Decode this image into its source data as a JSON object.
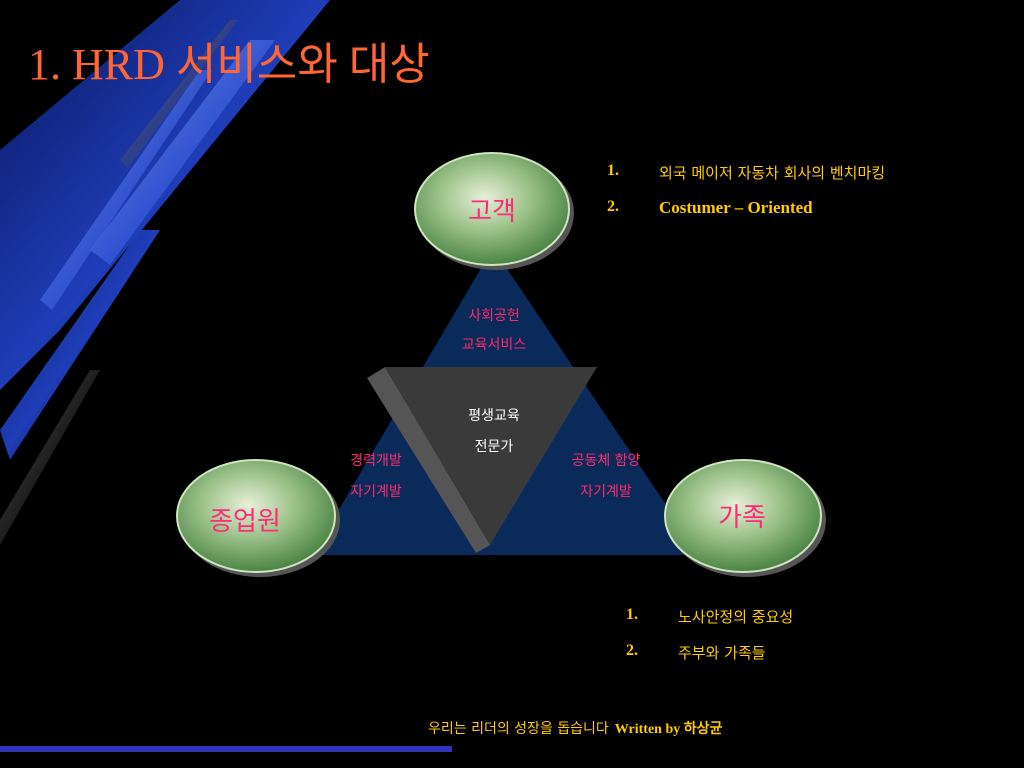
{
  "slide": {
    "title": "1. HRD 서비스와 대상"
  },
  "diagram": {
    "nodes": {
      "top": "고객",
      "left": "종업원",
      "right": "가족"
    },
    "center_labels": {
      "top_line1": "사회공헌",
      "top_line2": "교육서비스",
      "left_line1": "경력개발",
      "left_line2": "자기계발",
      "right_line1": "공동체 함양",
      "right_line2": "자기계발",
      "center_line1": "평생교육",
      "center_line2": "전문가"
    }
  },
  "top_list": [
    {
      "num": "1.",
      "text": "외국 메이저 자동차 회사의 벤치마킹"
    },
    {
      "num": "2.",
      "text": "Costumer – Oriented"
    }
  ],
  "bottom_list": [
    {
      "num": "1.",
      "text": "노사안정의 중요성"
    },
    {
      "num": "2.",
      "text": "주부와 가족들"
    }
  ],
  "footer": {
    "korean": "우리는 리더의 성장을 돕습니다",
    "written": "Written by 하상균"
  },
  "colors": {
    "title": "#ff6633",
    "accent_text": "#ffcc00",
    "pink_label": "#ff2a6a",
    "node_text": "#ff2a7a",
    "triangle_fill": "#0a2a5a",
    "inner_triangle": "#3a3a3a",
    "node_green": "#5a9a4a"
  }
}
